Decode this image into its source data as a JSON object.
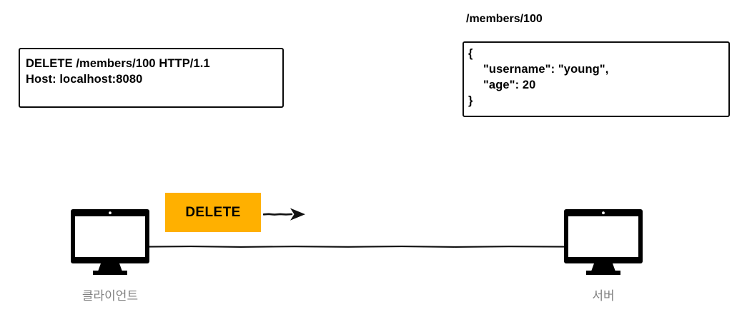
{
  "diagram": {
    "title": "HTTP DELETE request/response flow",
    "background_color": "#FFFFFF"
  },
  "request": {
    "line_1": "DELETE /members/100 HTTP/1.1",
    "line_2": "Host: localhost:8080"
  },
  "response": {
    "path": "/members/100",
    "brace_open": "{",
    "property_1": "\"username\": \"young\",",
    "property_2": "\"age\": 20",
    "brace_close": "}"
  },
  "flow": {
    "method_label": "DELETE",
    "method_color": "#FFB000",
    "method_text_color": "#000000",
    "arrow_direction": "right",
    "line_color": "#111111"
  },
  "nodes": {
    "client_label": "클라이언트",
    "server_label": "서버",
    "label_color": "#808080",
    "icon_color": "#000000",
    "client_icon": "desktop-monitor-icon",
    "server_icon": "desktop-monitor-icon"
  }
}
